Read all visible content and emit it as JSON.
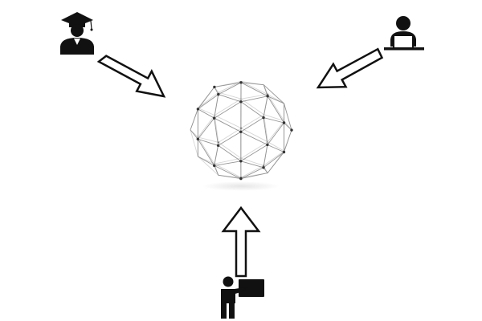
{
  "diagram": {
    "hub": {
      "icon": "network-globe-icon"
    },
    "actors": [
      {
        "id": "graduate",
        "icon": "graduate-student-icon"
      },
      {
        "id": "laptop-user",
        "icon": "laptop-user-icon"
      },
      {
        "id": "presenter",
        "icon": "presenter-icon"
      }
    ],
    "arrows": [
      {
        "from": "graduate",
        "to": "hub"
      },
      {
        "from": "laptop-user",
        "to": "hub"
      },
      {
        "from": "presenter",
        "to": "hub"
      }
    ],
    "colors": {
      "background": "#ffffff",
      "icon": "#111111",
      "arrow_outline": "#111111",
      "arrow_fill": "#ffffff",
      "mesh_line": "#8a8a8a",
      "mesh_node": "#333333"
    }
  }
}
